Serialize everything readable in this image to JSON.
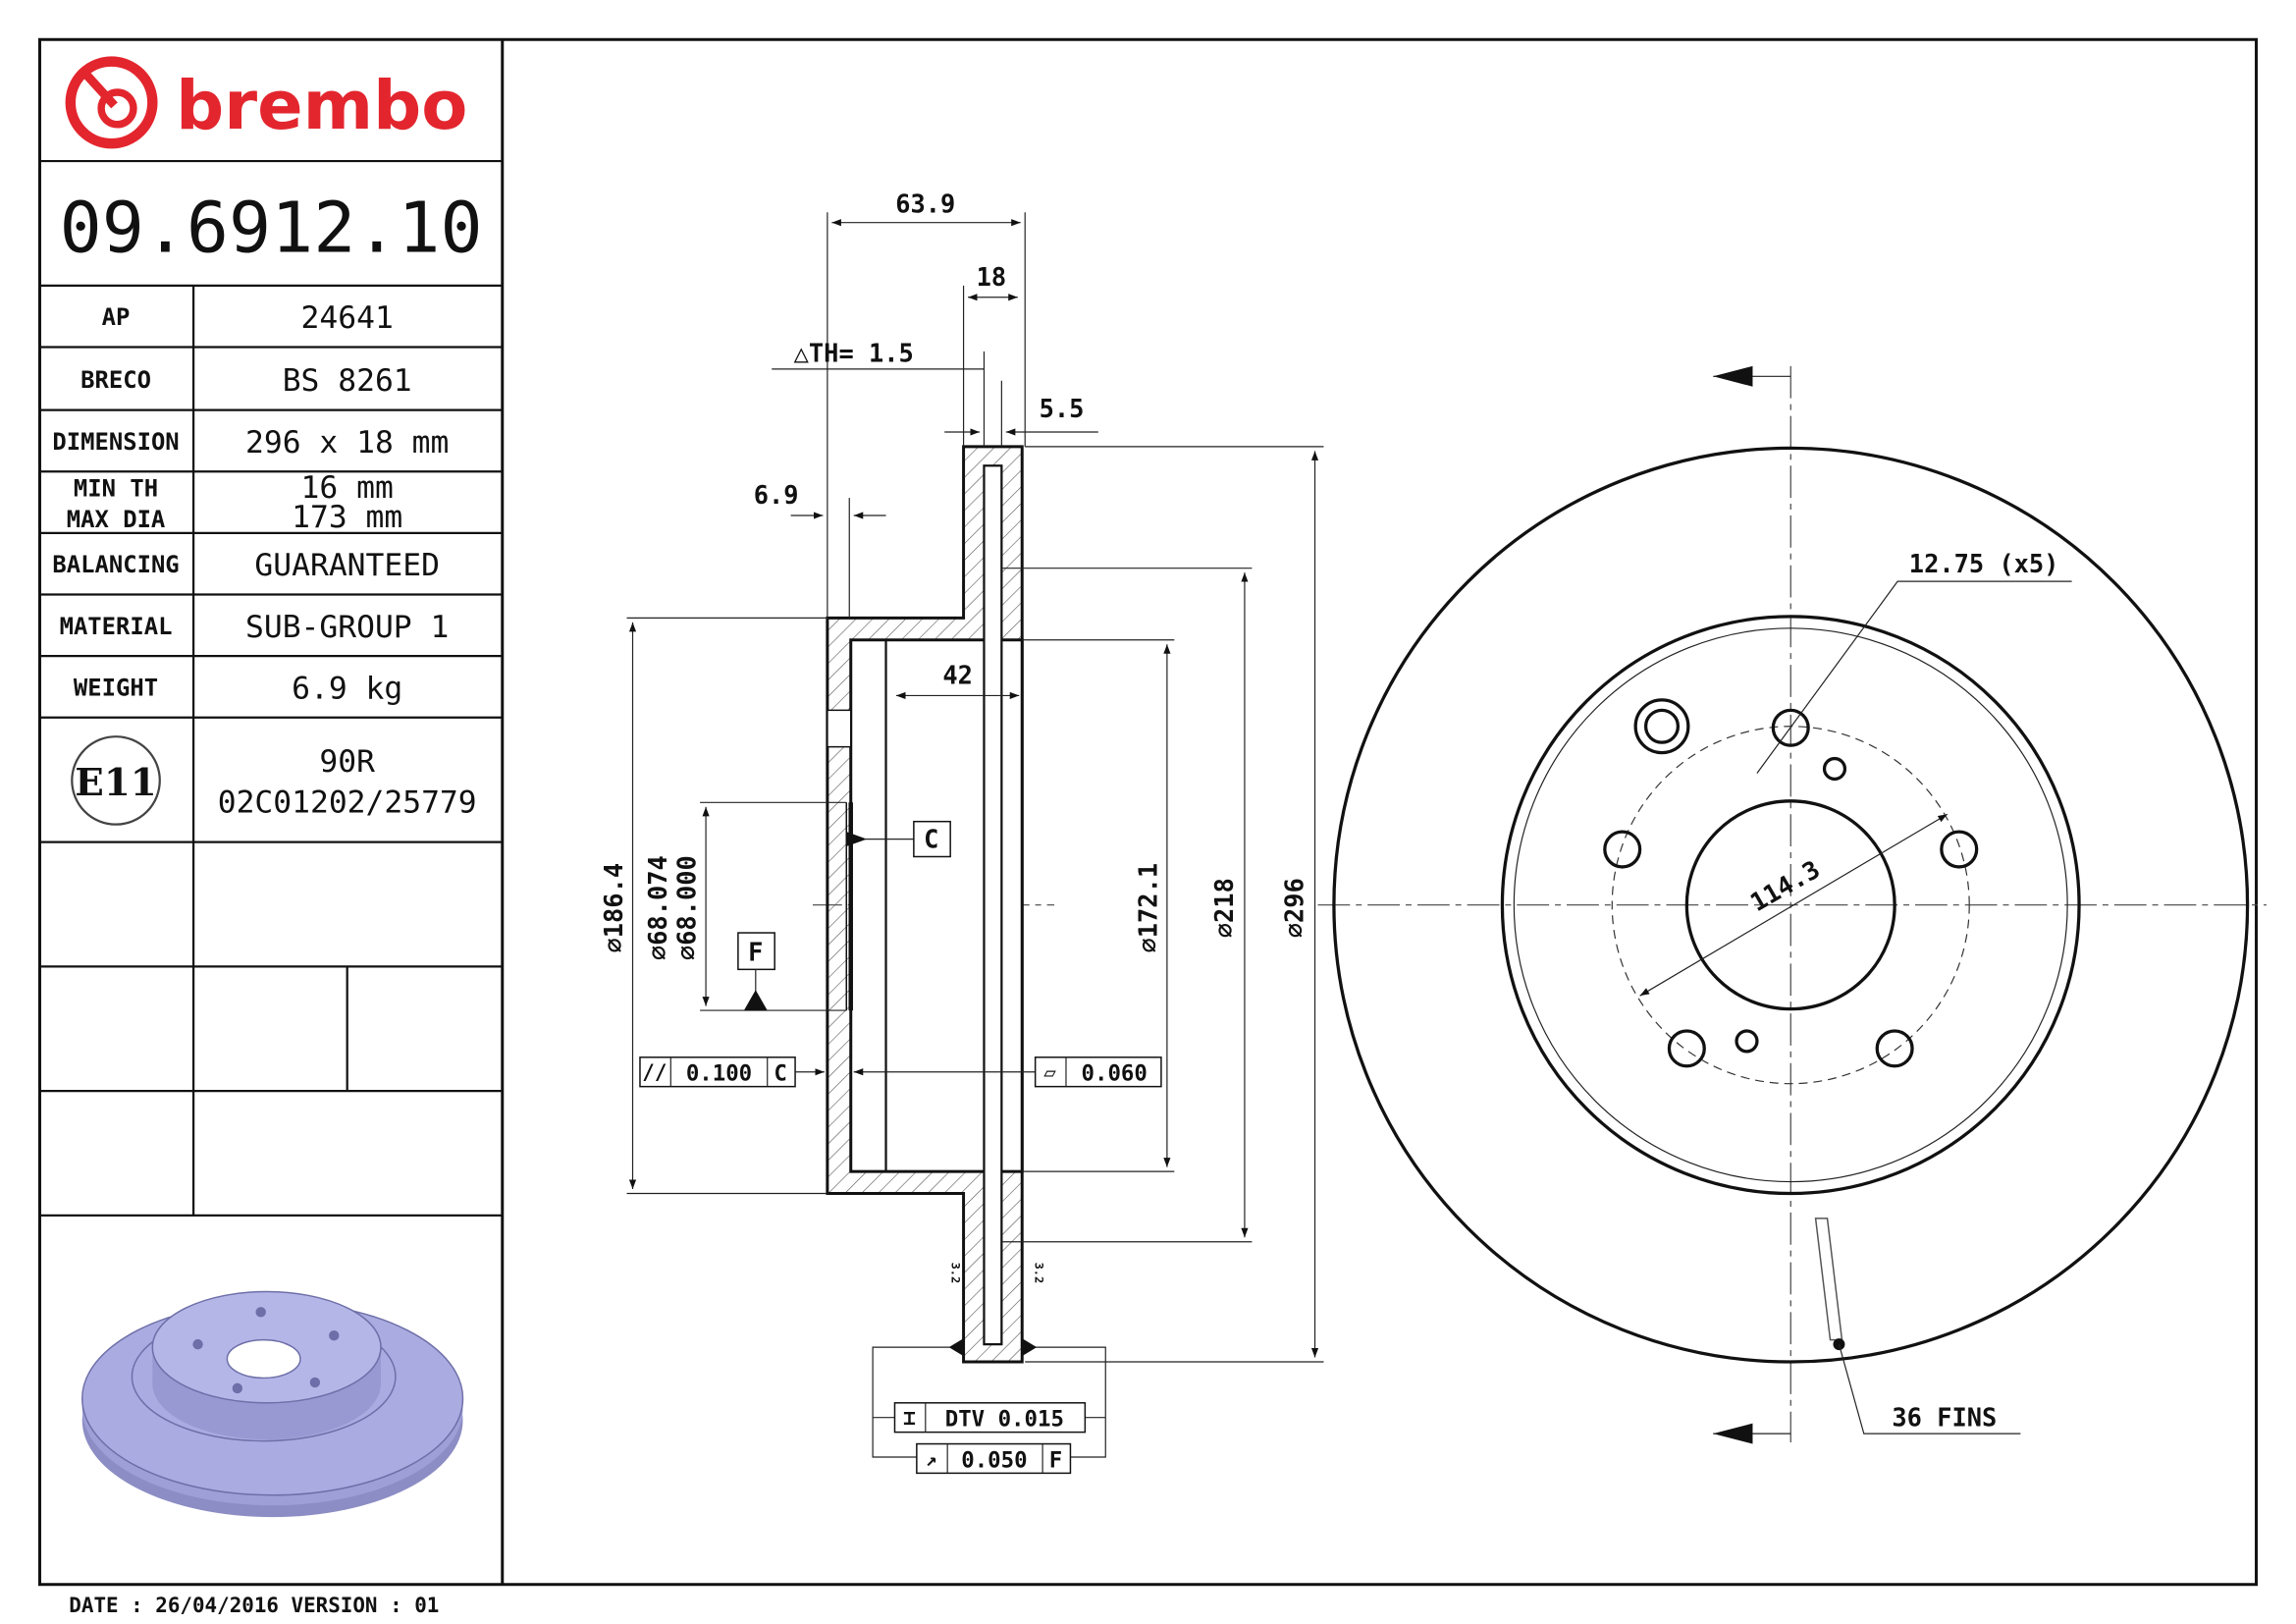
{
  "brand": {
    "name": "brembo",
    "color": "#e3262e"
  },
  "part_number": "09.6912.10",
  "specs": [
    {
      "label": "AP",
      "value": "24641"
    },
    {
      "label": "BRECO",
      "value": "BS 8261"
    },
    {
      "label": "DIMENSION",
      "value": "296 x 18 mm"
    },
    {
      "label_lines": [
        "MIN TH",
        "MAX DIA"
      ],
      "value_lines": [
        "16 mm",
        "173 mm"
      ]
    },
    {
      "label": "BALANCING",
      "value": "GUARANTEED"
    },
    {
      "label": "MATERIAL",
      "value": "SUB-GROUP 1"
    },
    {
      "label": "WEIGHT",
      "value": "6.9 kg"
    }
  ],
  "approval": {
    "mark": "E11",
    "lines": [
      "90R",
      "02C01202/25779"
    ]
  },
  "footer": "DATE : 26/04/2016 VERSION : 01",
  "section_view": {
    "dims": {
      "overall_height": "63.9",
      "thickness": "18",
      "delta_th": "△TH= 1.5",
      "plate": "5.5",
      "flange": "6.9",
      "hat_depth": "42",
      "d186": "∅186.4",
      "d68a": "∅68.074",
      "d68b": "∅68.000",
      "d172": "∅172.1",
      "d218": "∅218",
      "d296": "∅296",
      "rough1": "3.2",
      "rough2": "3.2"
    },
    "datums": {
      "c": "C",
      "f": "F"
    },
    "tolerances": {
      "parallel": {
        "symbol": "//",
        "value": "0.100",
        "datum": "C"
      },
      "flatness": {
        "symbol": "▱",
        "value": "0.060"
      },
      "dtv": {
        "symbol": "⌶",
        "value": "DTV 0.015"
      },
      "runout": {
        "symbol": "↗",
        "value": "0.050",
        "datum": "F"
      }
    }
  },
  "front_view": {
    "holes_label": "12.75 (x5)",
    "pcd": "114.3",
    "fins": "36 FINS"
  },
  "render_color": "#aaabe0"
}
